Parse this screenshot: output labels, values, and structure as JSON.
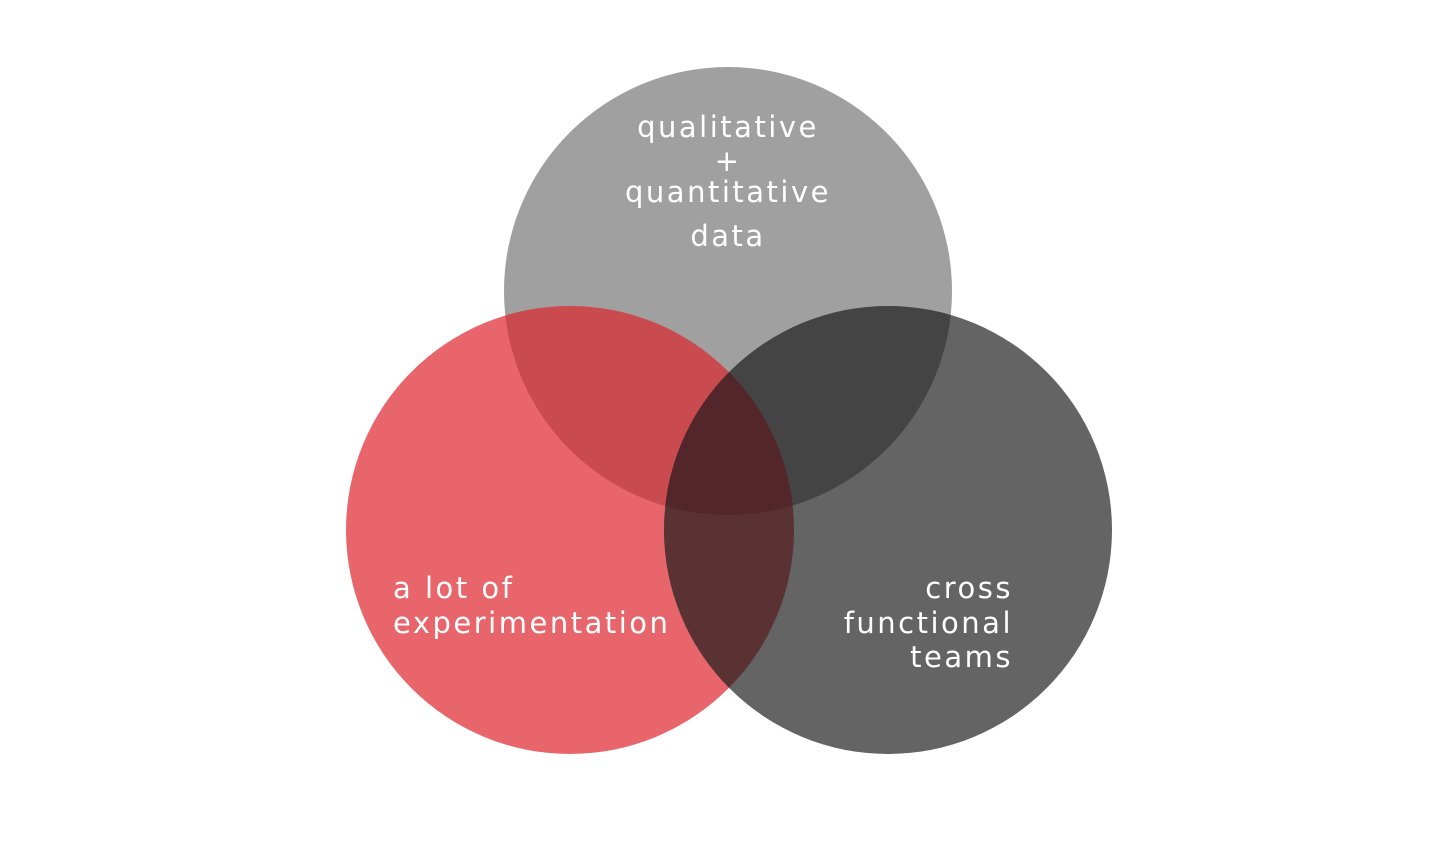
{
  "diagram": {
    "type": "venn",
    "circles": [
      {
        "id": "data",
        "color": "#a0a0a0",
        "label_lines": [
          "qualitative",
          "+",
          "quantitative",
          "data"
        ]
      },
      {
        "id": "experimentation",
        "color": "#e8666b",
        "label_lines": [
          "a lot of",
          "experimentation"
        ]
      },
      {
        "id": "teams",
        "color": "#646464",
        "label_lines": [
          "cross",
          "functional",
          "teams"
        ]
      }
    ],
    "overlap_colors": {
      "data_experimentation": "#c94a4f",
      "data_teams": "#444444",
      "experimentation_teams": "#5b3234",
      "all_three": "#52262a"
    }
  }
}
